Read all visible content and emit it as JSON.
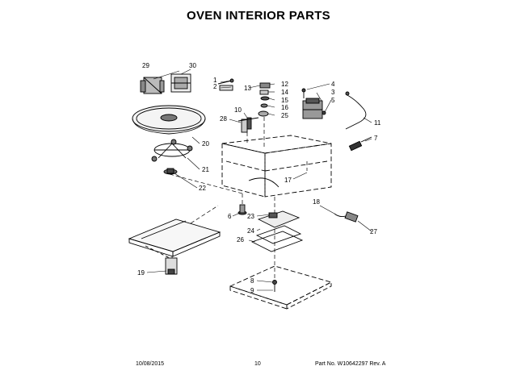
{
  "header": {
    "title": "OVEN INTERIOR PARTS"
  },
  "callouts": [
    "1",
    "2",
    "3",
    "4",
    "5",
    "6",
    "7",
    "8",
    "9",
    "10",
    "11",
    "12",
    "13",
    "14",
    "15",
    "16",
    "17",
    "18",
    "19",
    "20",
    "21",
    "22",
    "23",
    "24",
    "25",
    "26",
    "27",
    "28",
    "29",
    "30"
  ],
  "footer": {
    "date": "10/08/2015",
    "page": "10",
    "part_number": "Part No. W10642297  Rev. A"
  }
}
